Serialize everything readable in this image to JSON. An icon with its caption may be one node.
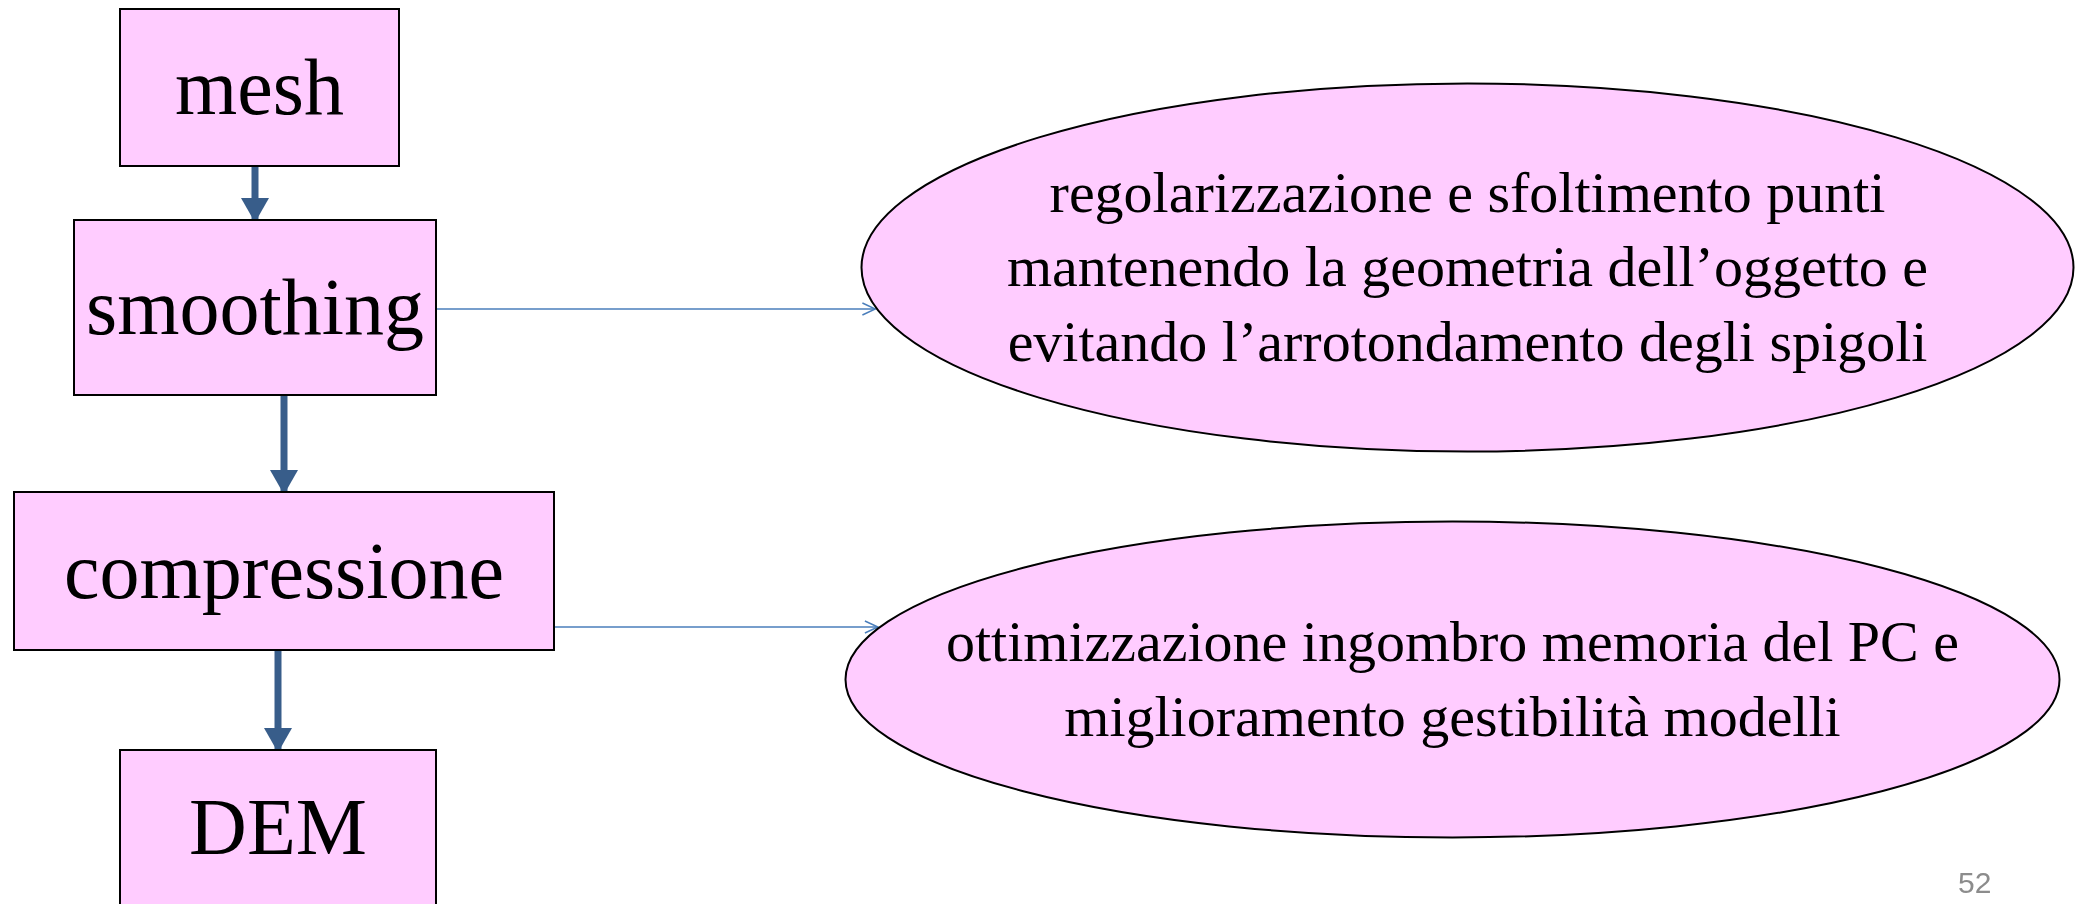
{
  "diagram": {
    "nodes": [
      {
        "text": [
          "mesh"
        ]
      },
      {
        "text": [
          "smoothing"
        ]
      },
      {
        "text": [
          "regolarizzazione e sfoltimento punti mantenendo la geometria dell’oggetto e evitando l’arrotondamento degli spigoli"
        ]
      },
      {
        "text": [
          "compressione"
        ]
      },
      {
        "text": [
          "ottimizzazione ingombro memoria del PC e miglioramento gestibilità modelli"
        ]
      },
      {
        "text": [
          "DEM"
        ]
      }
    ],
    "edges": [
      {
        "from": 0,
        "to": 1,
        "arrow": "to"
      },
      {
        "from": 1,
        "to": 3,
        "arrow": "to"
      },
      {
        "from": 3,
        "to": 5,
        "arrow": "to"
      },
      {
        "from": 1,
        "to": 2,
        "arrow": "to",
        "color": "#4a7ebb"
      },
      {
        "from": 3,
        "to": 4,
        "arrow": "to",
        "color": "#4a7ebb"
      }
    ],
    "labels": [
      "52"
    ]
  }
}
